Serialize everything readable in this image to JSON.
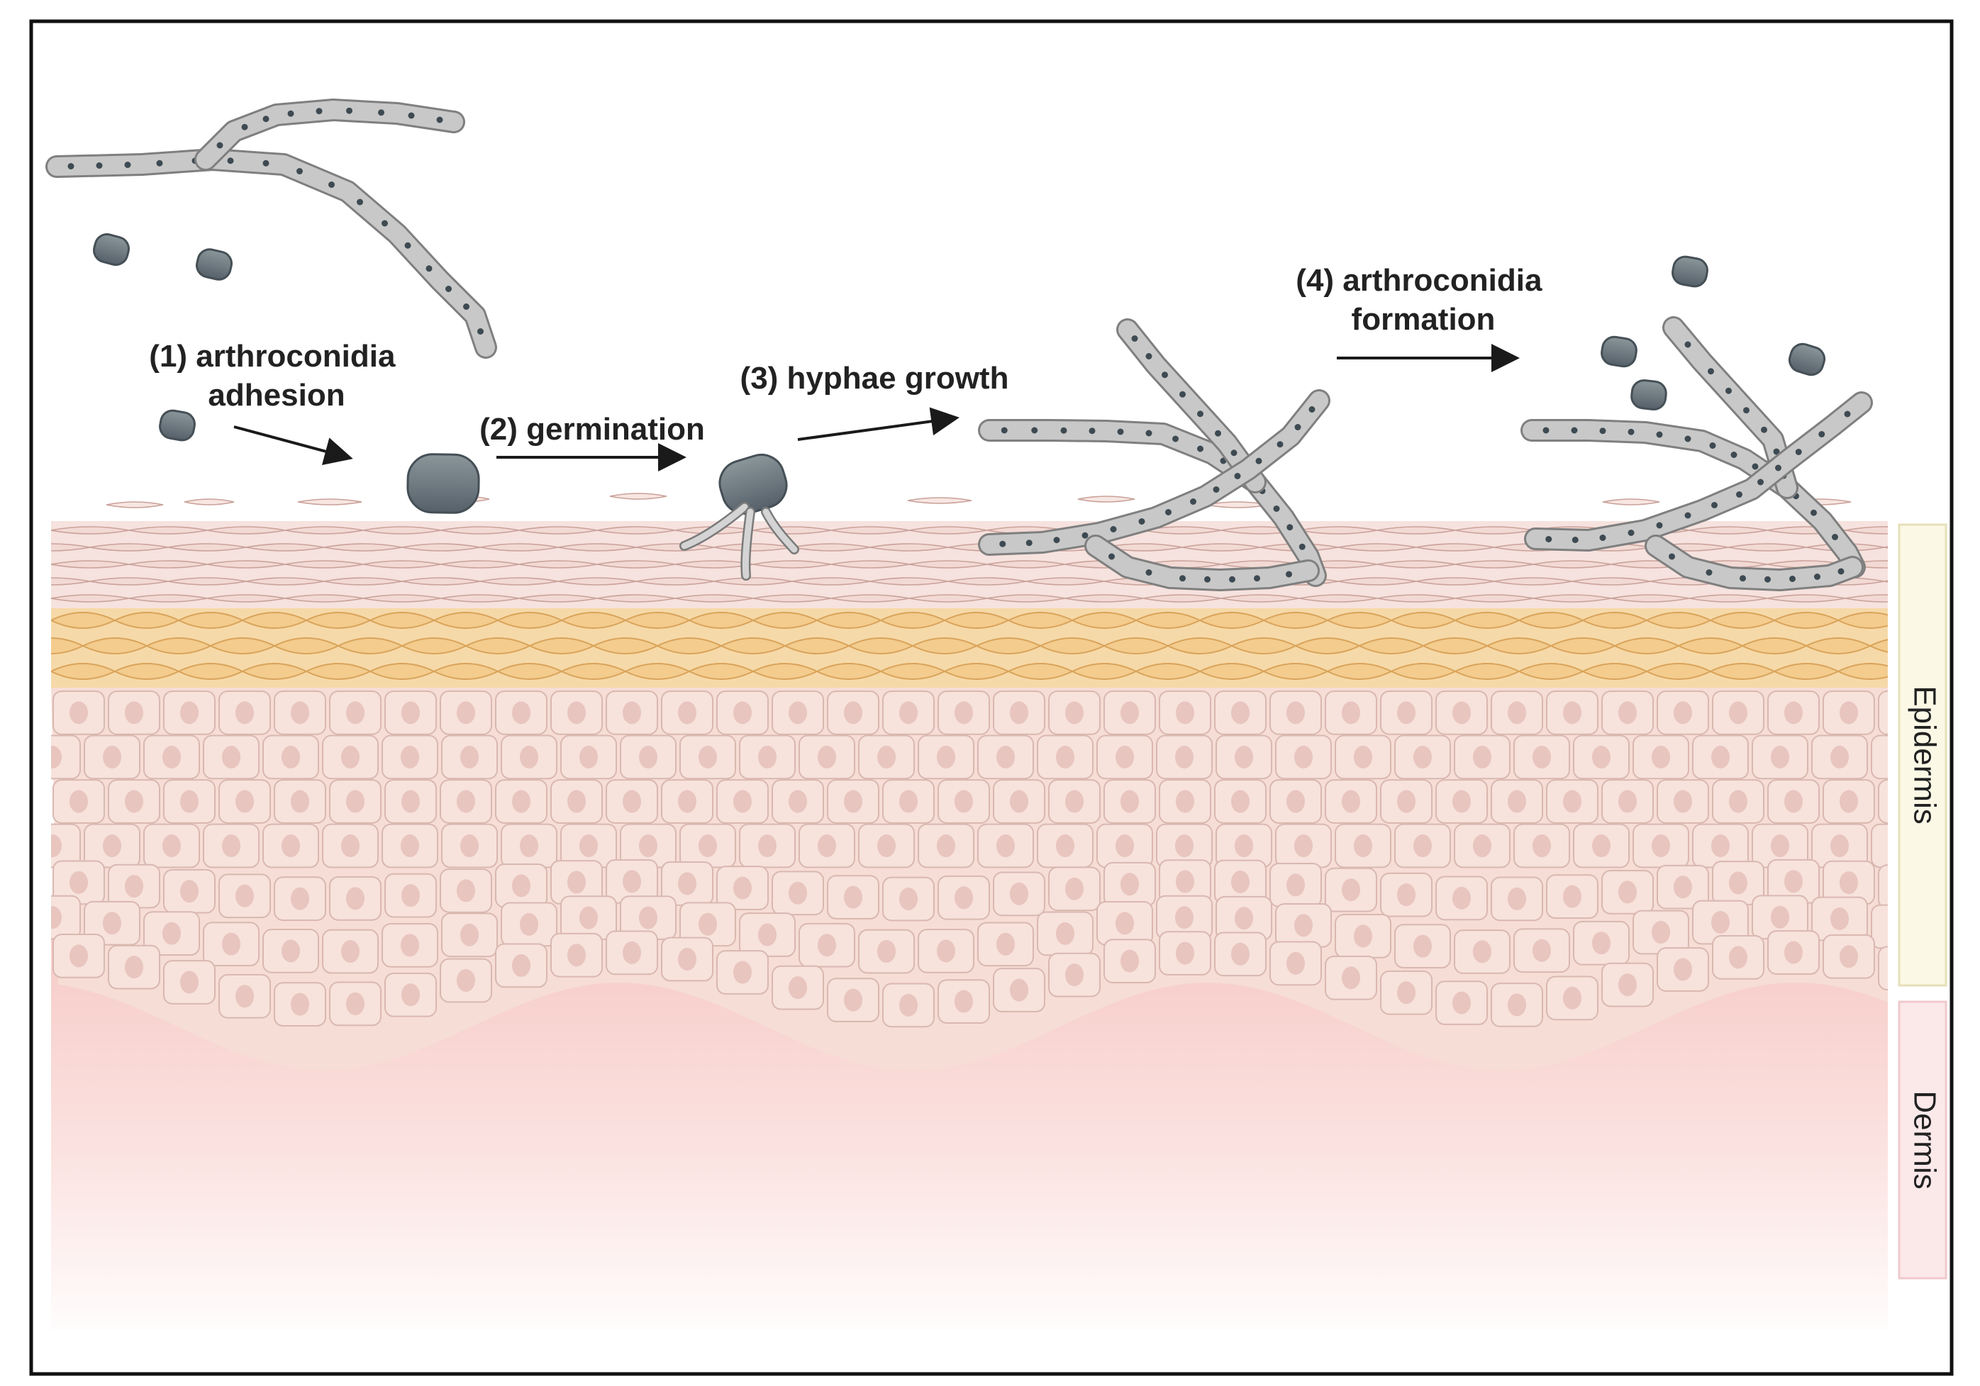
{
  "figure": {
    "steps": [
      {
        "id": "step-1",
        "lines": [
          "(1) arthroconidia",
          "adhesion"
        ]
      },
      {
        "id": "step-2",
        "lines": [
          "(2) germination"
        ]
      },
      {
        "id": "step-3",
        "lines": [
          "(3) hyphae growth"
        ]
      },
      {
        "id": "step-4",
        "lines": [
          "(4) arthroconidia",
          "formation"
        ]
      }
    ],
    "layers": {
      "epidermis": "Epidermis",
      "dermis": "Dermis"
    },
    "colors": {
      "frame": "#111111",
      "fungus_fill": "#c8c8c8",
      "fungus_stroke": "#8a8a8a",
      "spore_fill": "#6f7a7e",
      "stratum_corneum": "#f2d9d4",
      "granular_layer": "#f0c98a",
      "keratinocyte": "#f7e2dc",
      "nucleus": "#e8c5be",
      "dermis": "#f7cfcc",
      "epidermis_bar": "#fbf8e6",
      "dermis_bar": "#fbe9ea"
    }
  }
}
